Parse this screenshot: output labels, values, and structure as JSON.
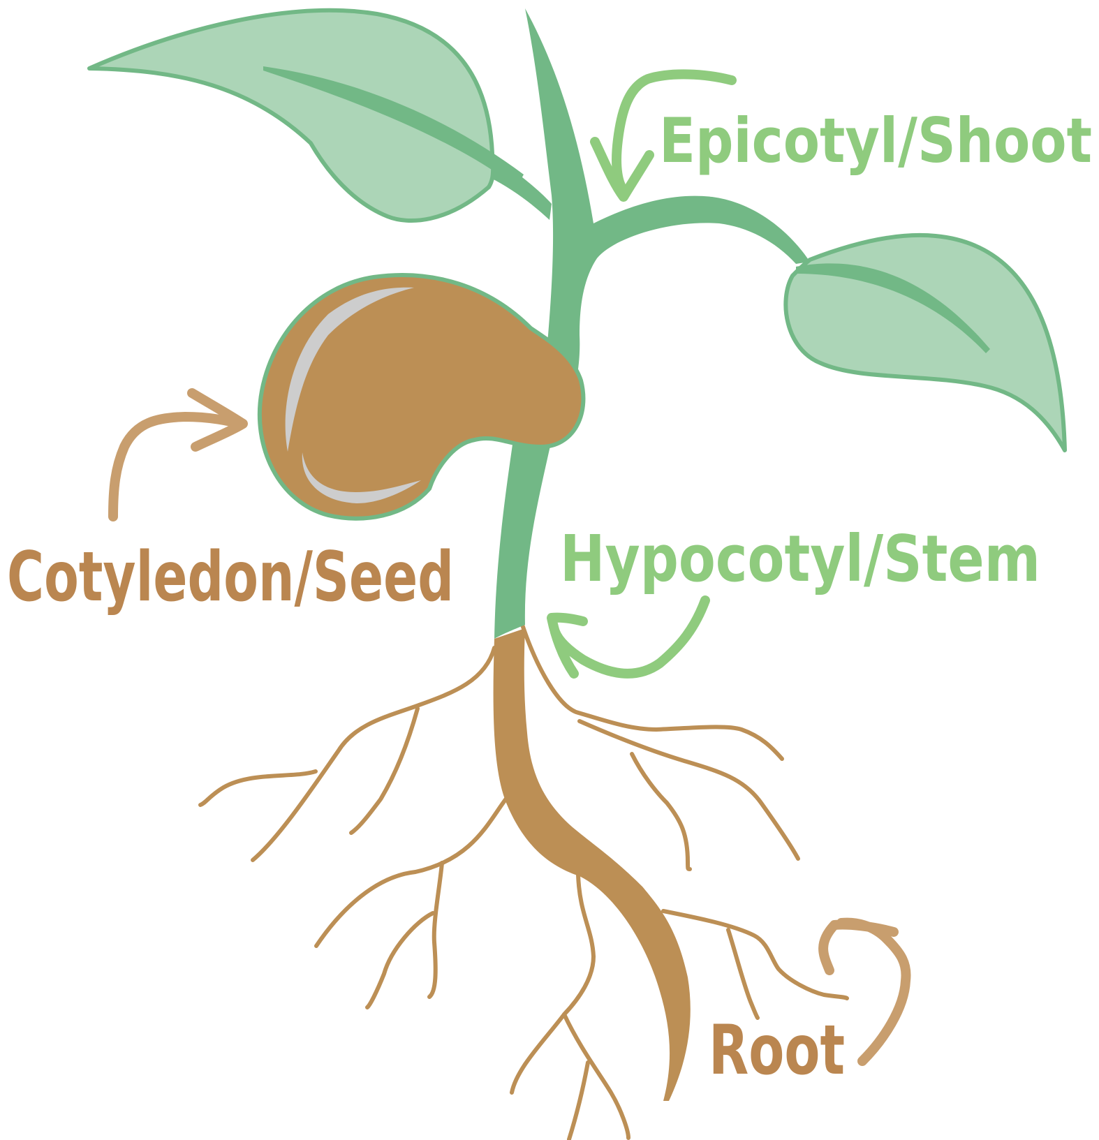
{
  "labels": {
    "shoot": "Epicotyl/Shoot",
    "stem": "Hypocotyl/Stem",
    "seed": "Cotyledon/Seed",
    "root": "Root"
  },
  "colors": {
    "leaf_fill": "#acd5b7",
    "plant_green": "#72b886",
    "label_green": "#8fcb7e",
    "seed_brown": "#bc8f55",
    "label_brown": "#ba8650",
    "arrow_brown": "#c89e6e",
    "seed_highlight": "#cdcdcd",
    "background": "#ffffff"
  }
}
